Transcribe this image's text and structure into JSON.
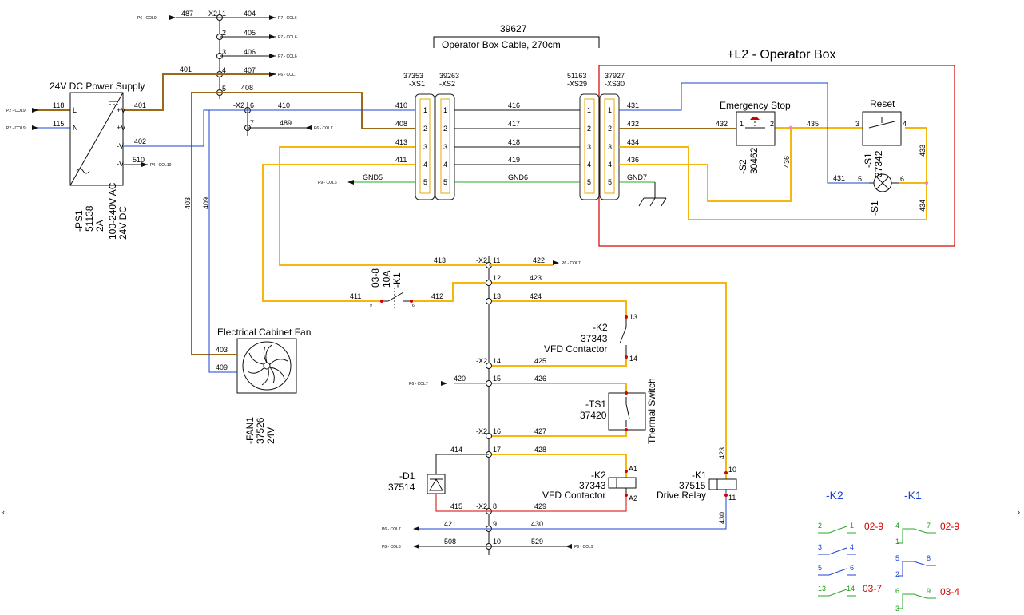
{
  "cable": {
    "number": "39627",
    "label": "Operator Box Cable, 270cm"
  },
  "operator_box": {
    "title": "+L2 - Operator Box"
  },
  "connectors": {
    "xs1": {
      "part": "37353",
      "tag": "-XS1"
    },
    "xs2": {
      "part": "39263",
      "tag": "-XS2"
    },
    "xs29": {
      "part": "51163",
      "tag": "-XS29"
    },
    "xs30": {
      "part": "37927",
      "tag": "-XS30"
    },
    "pins": [
      "1",
      "2",
      "3",
      "4",
      "5"
    ]
  },
  "power_supply": {
    "title": "24V DC Power Supply",
    "tag": "-PS1",
    "part": "51138",
    "current": "2A",
    "input": "100-240V AC",
    "output": "24V DC",
    "term_pv1": "+V",
    "term_pv2": "+V",
    "term_mv1": "-V",
    "term_mv2": "-V",
    "term_l": "L",
    "term_n": "N"
  },
  "fan": {
    "title": "Electrical Cabinet Fan",
    "tag": "-FAN1",
    "part": "37526",
    "voltage": "24V"
  },
  "emergency_stop": {
    "title": "Emergency Stop",
    "tag": "-S2",
    "part": "30462",
    "pin1": "1",
    "pin2": "2"
  },
  "reset": {
    "title": "Reset",
    "tag": "-S1",
    "part": "37342",
    "lamp_tag": "-S1",
    "pin3": "3",
    "pin4": "4",
    "pin5": "5",
    "pin6": "6"
  },
  "breaker": {
    "tag": "-K1",
    "rating": "10A",
    "ref": "03-8",
    "pin9": "9",
    "pin6": "6"
  },
  "k2_contact": {
    "tag": "-K2",
    "part": "37343",
    "desc": "VFD Contactor",
    "pin13": "13",
    "pin14": "14"
  },
  "thermal": {
    "tag": "-TS1",
    "part": "37420",
    "desc": "Thermal Switch"
  },
  "diode": {
    "tag": "-D1",
    "part": "37514"
  },
  "k2_coil": {
    "tag": "-K2",
    "part": "37343",
    "desc": "VFD Contactor",
    "a1": "A1",
    "a2": "A2"
  },
  "k1_coil": {
    "tag": "-K1",
    "part": "37515",
    "desc": "Drive Relay",
    "p10": "10",
    "p11": "11"
  },
  "terminal_strip": {
    "tag": "-X2",
    "top_numbers": [
      "1",
      "2",
      "3",
      "4",
      "5",
      "6",
      "7"
    ],
    "lower_numbers": [
      "11",
      "12",
      "13",
      "14",
      "15",
      "16",
      "17",
      "8",
      "9",
      "10"
    ]
  },
  "wires": {
    "w487": "487",
    "w404": "404",
    "w405": "405",
    "w406": "406",
    "w407": "407",
    "w408a": "408",
    "w401a": "401",
    "w401b": "401",
    "w118": "118",
    "w115": "115",
    "w402": "402",
    "w510": "510",
    "w410a": "410",
    "w410b": "410",
    "w489": "489",
    "w408b": "408",
    "w413a": "413",
    "w411a": "411",
    "w416": "416",
    "w417": "417",
    "w418": "418",
    "w419": "419",
    "gnd5": "GND5",
    "gnd6": "GND6",
    "gnd7": "GND7",
    "w431a": "431",
    "w432a": "432",
    "w434a": "434",
    "w436a": "436",
    "w432b": "432",
    "w435": "435",
    "w436b": "436",
    "w433": "433",
    "w431b": "431",
    "w434b": "434",
    "w403a": "403",
    "w409a": "409",
    "w403b": "403",
    "w409b": "409",
    "w413b": "413",
    "w422": "422",
    "w423a": "423",
    "w424": "424",
    "w411b": "411",
    "w412": "412",
    "w425": "425",
    "w420": "420",
    "w426": "426",
    "w427": "427",
    "w414": "414",
    "w428": "428",
    "w415": "415",
    "w429": "429",
    "w421": "421",
    "w430a": "430",
    "w508": "508",
    "w529": "529",
    "w423b": "423",
    "w430b": "430"
  },
  "page_refs": {
    "p6col9": "P6 - COL9",
    "p7col6a": "P7 - COL6",
    "p7col6b": "P7 - COL6",
    "p7col6c": "P7 - COL6",
    "p6col7a": "P6 - COL7",
    "p2col9a": "P2 - COL9",
    "p2col9b": "P2 - COL9",
    "p4col10": "P4 - COL10",
    "p6col7b": "P6 - COL7",
    "p9col6": "P9 - COL6",
    "p6col7c": "P6 - COL7",
    "p6col7d": "P6 - COL7",
    "p6col7e": "P6 - COL7",
    "p8col3": "P8 - COL3",
    "p6col9b": "P6 - COL9"
  },
  "cross_ref": {
    "k2": {
      "title": "-K2",
      "rows": [
        {
          "a": "2",
          "b": "1",
          "ref": "02-9"
        },
        {
          "a": "3",
          "b": "4",
          "ref": ""
        },
        {
          "a": "5",
          "b": "6",
          "ref": ""
        },
        {
          "a": "13",
          "b": "14",
          "ref": "03-7"
        }
      ]
    },
    "k1": {
      "title": "-K1",
      "rows": [
        {
          "a": "4",
          "b": "7",
          "c": "1",
          "ref": "02-9"
        },
        {
          "a": "5",
          "b": "8",
          "c": "2",
          "ref": ""
        },
        {
          "a": "6",
          "b": "9",
          "c": "3",
          "ref": "03-4"
        }
      ]
    }
  },
  "colors": {
    "brown": "#9b6a18",
    "orange": "#f5b70f",
    "blue": "#1a43d6",
    "green": "#27a827",
    "red": "#d40000",
    "black": "#111111"
  }
}
